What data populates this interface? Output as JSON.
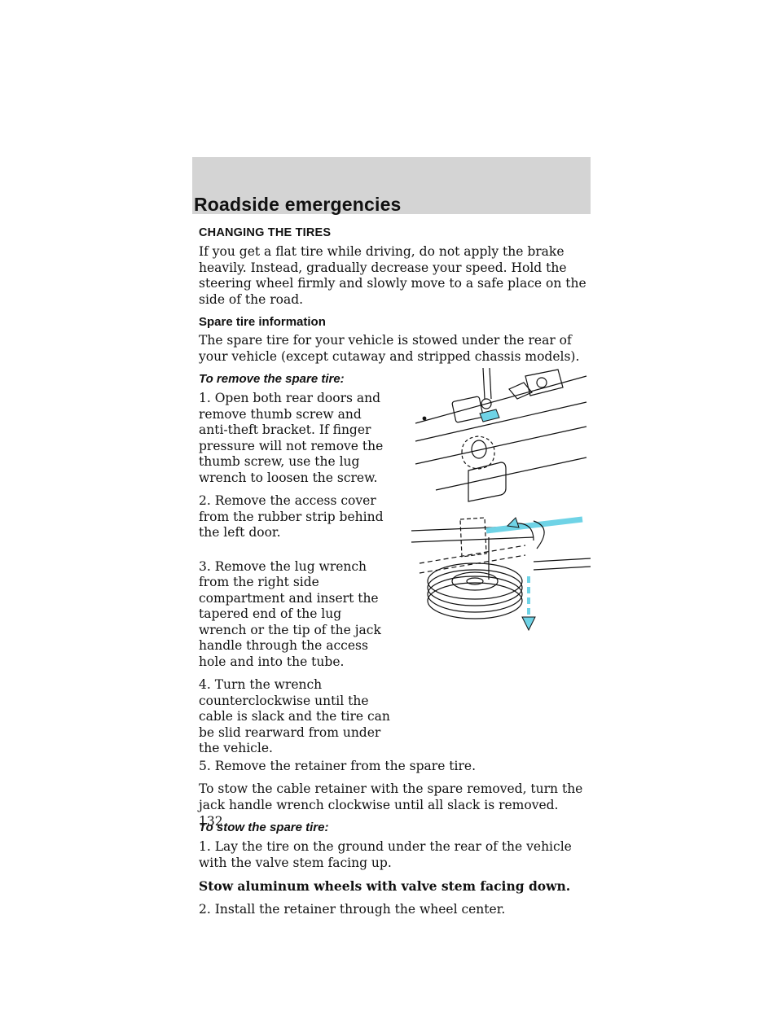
{
  "header": {
    "title": "Roadside emergencies"
  },
  "section": {
    "heading": "CHANGING THE TIRES",
    "intro": "If you get a flat tire while driving, do not apply the brake heavily. Instead, gradually decrease your speed. Hold the steering wheel firmly and slowly move to a safe place on the side of the road."
  },
  "spare_info": {
    "heading": "Spare tire information",
    "text": "The spare tire for your vehicle is stowed under the rear of your vehicle (except cutaway and stripped chassis models)."
  },
  "remove": {
    "heading": "To remove the spare tire:",
    "steps": [
      "1. Open both rear doors and remove thumb screw and anti-theft bracket. If finger pressure will not remove the thumb screw, use the lug wrench to loosen the screw.",
      "2. Remove the access cover from the rubber strip behind the left door.",
      "3. Remove the lug wrench from the right side compartment and insert the tapered end of the lug wrench or the tip of the jack handle through the access hole and into the tube.",
      "4. Turn the wrench counterclockwise until the cable is slack and the tire can be slid rearward from under the vehicle.",
      "5. Remove the retainer from the spare tire."
    ],
    "stow_cable": "To stow the cable retainer with the spare removed, turn the jack handle wrench clockwise until all slack is removed."
  },
  "stow": {
    "heading": "To stow the spare tire:",
    "step1": "1. Lay the tire on the ground under the rear of the vehicle with the valve stem facing up.",
    "note": "Stow aluminum wheels with valve stem facing down.",
    "step2": "2. Install the retainer through the wheel center."
  },
  "page_number": "132",
  "colors": {
    "header_band": "#d4d4d4",
    "accent": "#6fd3e6"
  }
}
